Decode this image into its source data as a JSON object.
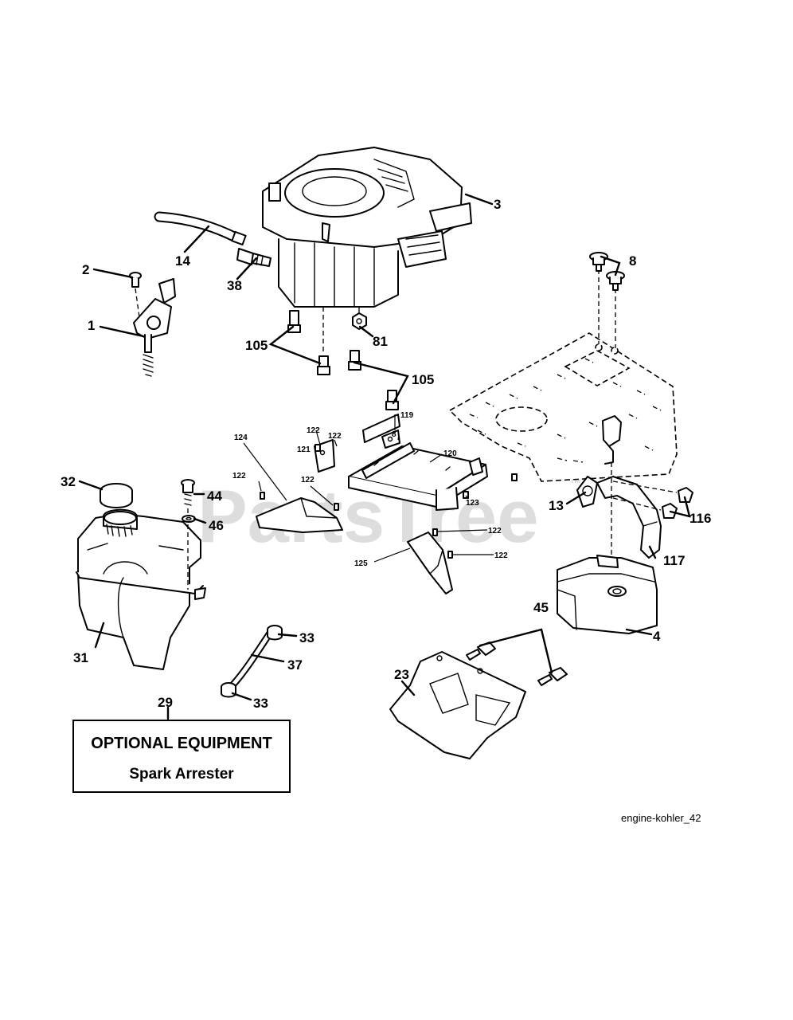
{
  "diagram": {
    "caption": "engine-kohler_42",
    "watermark": "PartsTree",
    "watermark_tm": "TM",
    "optional_box": {
      "callout": "29",
      "title": "OPTIONAL EQUIPMENT",
      "subtitle": "Spark Arrester"
    },
    "callouts": {
      "c1": "1",
      "c2": "2",
      "c3": "3",
      "c4": "4",
      "c8a": "8",
      "c8b": "8",
      "c13": "13",
      "c14": "14",
      "c23": "23",
      "c31": "31",
      "c32": "32",
      "c33a": "33",
      "c33b": "33",
      "c37": "37",
      "c38": "38",
      "c44": "44",
      "c45": "45",
      "c46": "46",
      "c81": "81",
      "c105a": "105",
      "c105b": "105",
      "c116": "116",
      "c117": "117",
      "c119": "119",
      "c120": "120",
      "c121": "121",
      "c122a": "122",
      "c122b": "122",
      "c122c": "122",
      "c122d": "122",
      "c122e": "122",
      "c122f": "122",
      "c123": "123",
      "c124": "124",
      "c125": "125"
    }
  }
}
